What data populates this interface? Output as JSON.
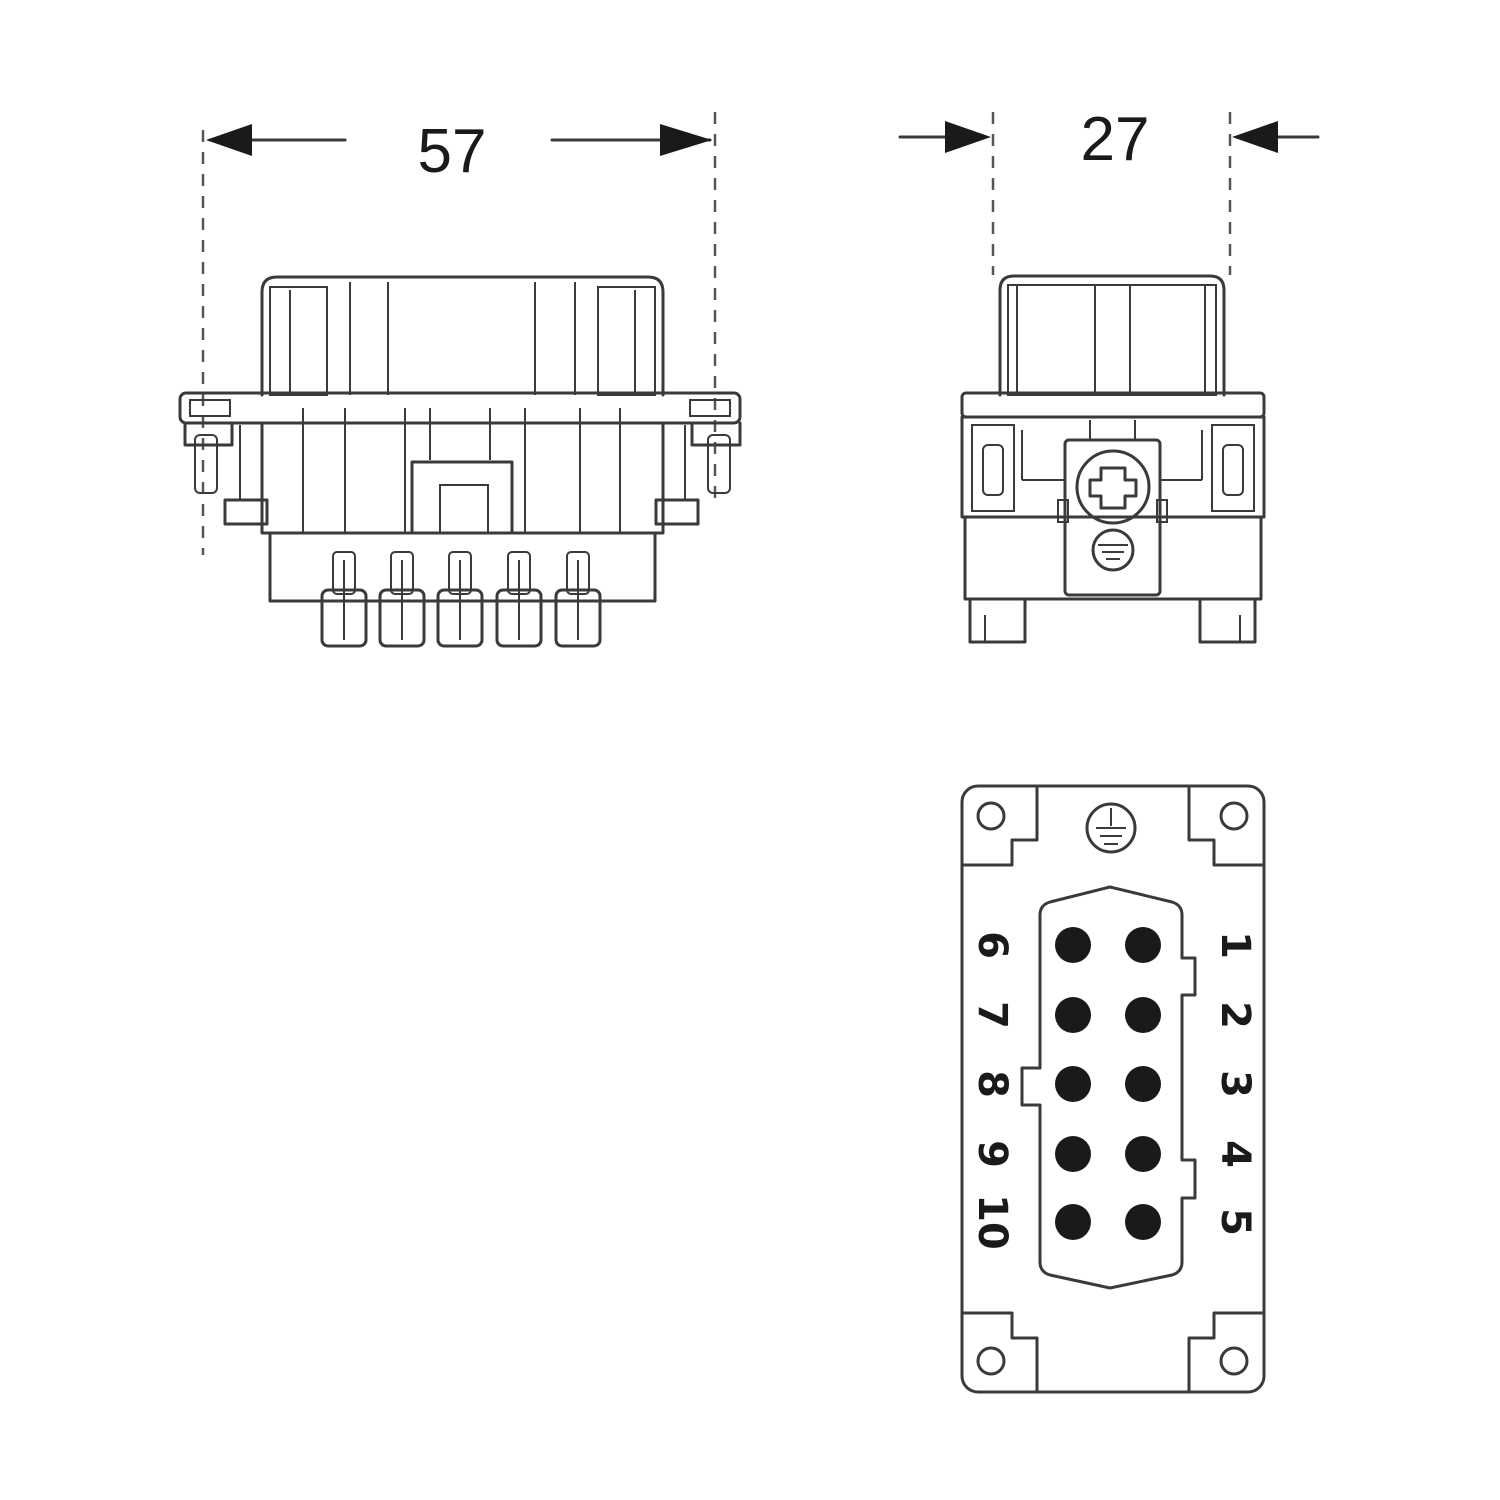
{
  "dimensions": {
    "width": "57",
    "depth": "27"
  },
  "pins": {
    "left_labels": [
      "6",
      "7",
      "8",
      "9",
      "10"
    ],
    "right_labels": [
      "1",
      "2",
      "3",
      "4",
      "5"
    ]
  },
  "icons": {
    "ground": "ground-symbol-icon"
  },
  "colors": {
    "line": "#3a3a3a",
    "contact": "#1a1a1a",
    "background": "#ffffff"
  }
}
